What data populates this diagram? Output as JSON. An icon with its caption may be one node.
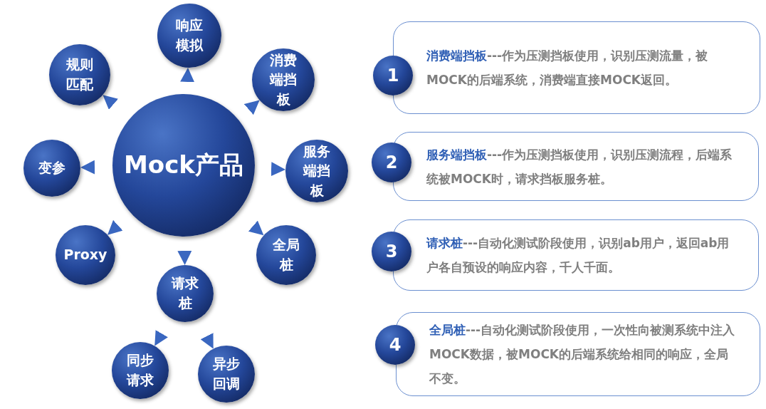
{
  "diagram": {
    "nodes": [
      {
        "text": [
          "Mock产品"
        ]
      },
      {
        "text": [
          "响应模拟"
        ]
      },
      {
        "text": [
          "消费端挡板"
        ]
      },
      {
        "text": [
          "服务端挡板"
        ]
      },
      {
        "text": [
          "全局桩"
        ]
      },
      {
        "text": [
          "请求桩"
        ]
      },
      {
        "text": [
          "Proxy"
        ]
      },
      {
        "text": [
          "变参"
        ]
      },
      {
        "text": [
          "规则匹配"
        ]
      },
      {
        "text": [
          "同步请求"
        ]
      },
      {
        "text": [
          "异步回调"
        ]
      },
      {
        "text": [
          "1"
        ]
      },
      {
        "text": [
          "消费端挡板",
          "---作为压测挡板使用，识别压测流量，被MOCK的后端系统，消费端直接MOCK返回。"
        ]
      },
      {
        "text": [
          "2"
        ]
      },
      {
        "text": [
          "服务端挡板",
          "---作为压测挡板使用，识别压测流程，后端系统被MOCK时，请求挡板服务桩。"
        ]
      },
      {
        "text": [
          "3"
        ]
      },
      {
        "text": [
          "请求桩",
          "---自动化测试阶段使用，识别ab用户，返回ab用户各自预设的响应内容，千人千面。"
        ]
      },
      {
        "text": [
          "4"
        ]
      },
      {
        "text": [
          "全局桩",
          "---自动化测试阶段使用，一次性向被测系统中注入MOCK数据，被MOCK的后端系统给相同的响应，全局不变。"
        ]
      }
    ],
    "edges": [
      {
        "from": 0,
        "to": 1,
        "arrow": "to"
      },
      {
        "from": 0,
        "to": 2,
        "arrow": "to"
      },
      {
        "from": 0,
        "to": 3,
        "arrow": "to"
      },
      {
        "from": 0,
        "to": 4,
        "arrow": "to"
      },
      {
        "from": 0,
        "to": 5,
        "arrow": "to"
      },
      {
        "from": 0,
        "to": 6,
        "arrow": "to"
      },
      {
        "from": 0,
        "to": 7,
        "arrow": "to"
      },
      {
        "from": 0,
        "to": 8,
        "arrow": "to"
      },
      {
        "from": 5,
        "to": 9,
        "arrow": "to"
      },
      {
        "from": 5,
        "to": 10,
        "arrow": "to"
      }
    ]
  }
}
